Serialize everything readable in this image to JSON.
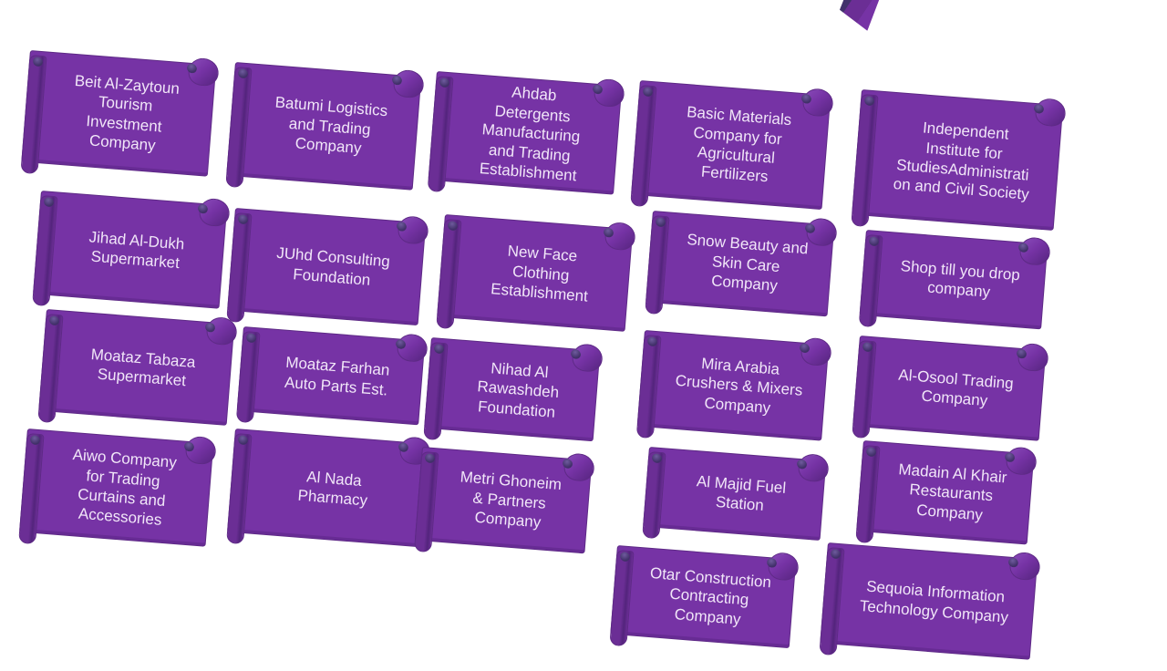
{
  "canvas": {
    "background": "#ffffff"
  },
  "colors": {
    "scroll_fill": "#7633a5",
    "scroll_edge": "#5e2a86",
    "scroll_roll": "#6b2e95",
    "scroll_hole": "#413069",
    "text": "#f1e6f8"
  },
  "cards": [
    {
      "label": "Beit Al-Zaytoun\nTourism\nInvestment\nCompany"
    },
    {
      "label": "Batumi Logistics\nand Trading\nCompany"
    },
    {
      "label": "Ahdab\nDetergents\nManufacturing\nand Trading\nEstablishment"
    },
    {
      "label": "Basic Materials\nCompany for\nAgricultural\nFertilizers"
    },
    {
      "label": "Independent\nInstitute for\nStudiesAdministrati\non and Civil Society"
    },
    {
      "label": "Jihad Al-Dukh\nSupermarket"
    },
    {
      "label": "JUhd Consulting\nFoundation"
    },
    {
      "label": "New Face\nClothing\nEstablishment"
    },
    {
      "label": "Snow Beauty and\nSkin Care\nCompany"
    },
    {
      "label": "Shop till you drop\ncompany"
    },
    {
      "label": "Moataz Tabaza\nSupermarket"
    },
    {
      "label": "Moataz Farhan\nAuto Parts Est."
    },
    {
      "label": "Nihad Al\nRawashdeh\nFoundation"
    },
    {
      "label": "Mira Arabia\nCrushers & Mixers\nCompany"
    },
    {
      "label": "Al-Osool Trading\nCompany"
    },
    {
      "label": "Aiwo Company\nfor Trading\nCurtains and\nAccessories"
    },
    {
      "label": "Al Nada\nPharmacy"
    },
    {
      "label": "Metri Ghoneim\n& Partners\nCompany"
    },
    {
      "label": "Al Majid Fuel\nStation"
    },
    {
      "label": "Madain Al Khair\nRestaurants\nCompany"
    },
    {
      "label": "Otar Construction\nContracting\nCompany"
    },
    {
      "label": "Sequoia Information\nTechnology Company"
    }
  ]
}
